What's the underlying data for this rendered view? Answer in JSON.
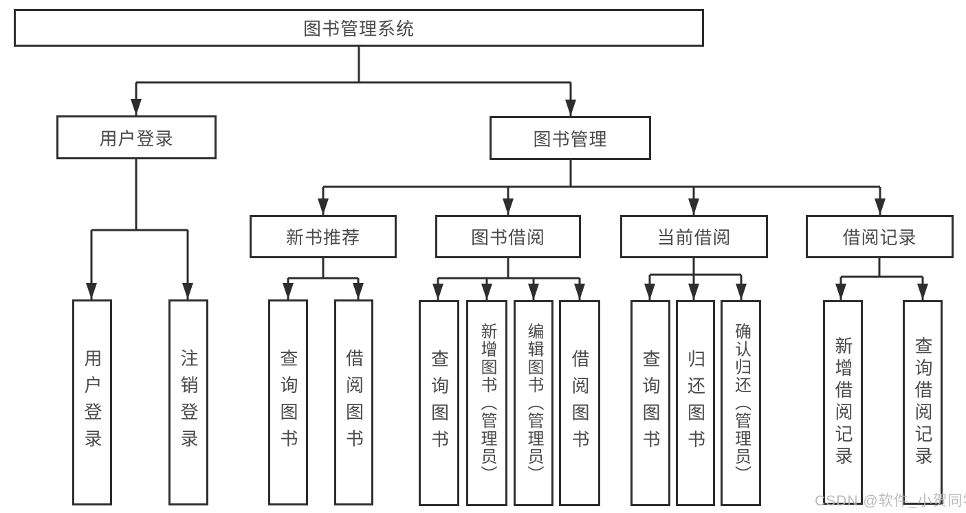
{
  "diagram": {
    "tree": {
      "label": "图书管理系统",
      "children": [
        {
          "label": "用户登录",
          "children": [
            {
              "label": "用户登录"
            },
            {
              "label": "注销登录"
            }
          ]
        },
        {
          "label": "图书管理",
          "children": [
            {
              "label": "新书推荐",
              "children": [
                {
                  "label": "查询图书"
                },
                {
                  "label": "借阅图书"
                }
              ]
            },
            {
              "label": "图书借阅",
              "children": [
                {
                  "label": "查询图书"
                },
                {
                  "label": "新增图书（管理员）"
                },
                {
                  "label": "编辑图书（管理员）"
                },
                {
                  "label": "借阅图书"
                }
              ]
            },
            {
              "label": "当前借阅",
              "children": [
                {
                  "label": "查询图书"
                },
                {
                  "label": "归还图书"
                },
                {
                  "label": "确认归还（管理员）"
                }
              ]
            },
            {
              "label": "借阅记录",
              "children": [
                {
                  "label": "新增借阅记录"
                },
                {
                  "label": "查询借阅记录"
                }
              ]
            }
          ]
        }
      ]
    },
    "colors": {
      "line": "#2e2e2e",
      "text": "#4a4a4a",
      "background": "#ffffff",
      "watermark": "#b6b3b8"
    }
  },
  "watermark": {
    "text": "CSDN @软件_小贺同学"
  }
}
